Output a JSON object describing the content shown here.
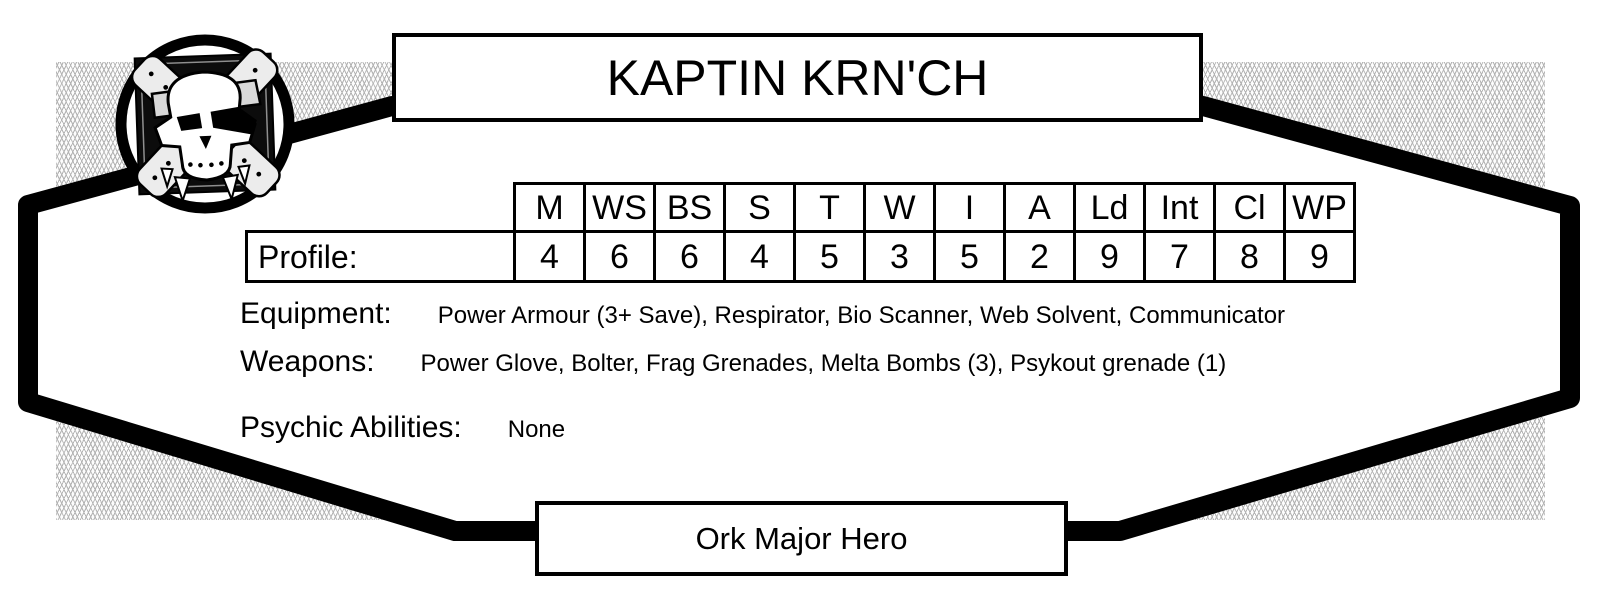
{
  "card": {
    "title": "KAPTIN KRN'CH",
    "type": "Ork Major Hero",
    "icon": "ork-skull-glyph-icon"
  },
  "profile_table": {
    "row_label": "Profile:",
    "columns": [
      "M",
      "WS",
      "BS",
      "S",
      "T",
      "W",
      "I",
      "A",
      "Ld",
      "Int",
      "Cl",
      "WP"
    ],
    "values": [
      "4",
      "6",
      "6",
      "4",
      "5",
      "3",
      "5",
      "2",
      "9",
      "7",
      "8",
      "9"
    ]
  },
  "details": [
    {
      "label": "Equipment:",
      "value": "Power Armour (3+ Save), Respirator, Bio Scanner, Web Solvent, Communicator"
    },
    {
      "label": "Weapons:",
      "value": "Power Glove, Bolter, Frag Grenades, Melta Bombs (3), Psykout grenade (1)"
    },
    {
      "label": "Psychic Abilities:",
      "value": "None"
    }
  ],
  "colors": {
    "ink": "#000000",
    "paper": "#ffffff",
    "hatch_line": "#b4b4b4"
  }
}
